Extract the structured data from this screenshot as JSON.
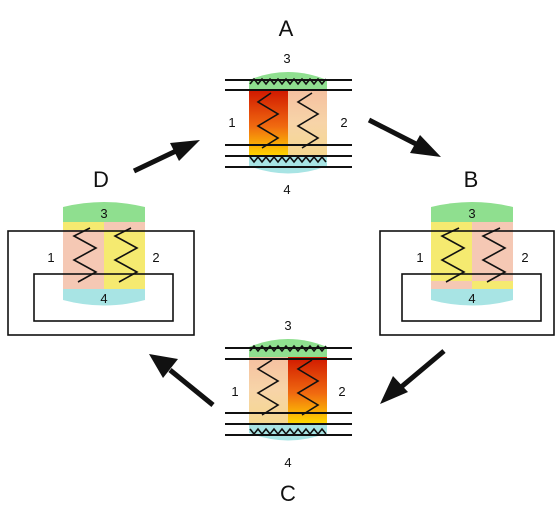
{
  "stages": {
    "A": {
      "label": "A"
    },
    "B": {
      "label": "B"
    },
    "C": {
      "label": "C"
    },
    "D": {
      "label": "D"
    }
  },
  "parts": {
    "top": "3",
    "left": "1",
    "right": "2",
    "bottom": "4"
  },
  "colors": {
    "green": "#8fdf8f",
    "cyan": "#a8e4e4",
    "pink": "#f5c8b4",
    "yellow": "#f5ea70",
    "hot_top": "#d01800",
    "hot_bottom": "#ffd800"
  }
}
